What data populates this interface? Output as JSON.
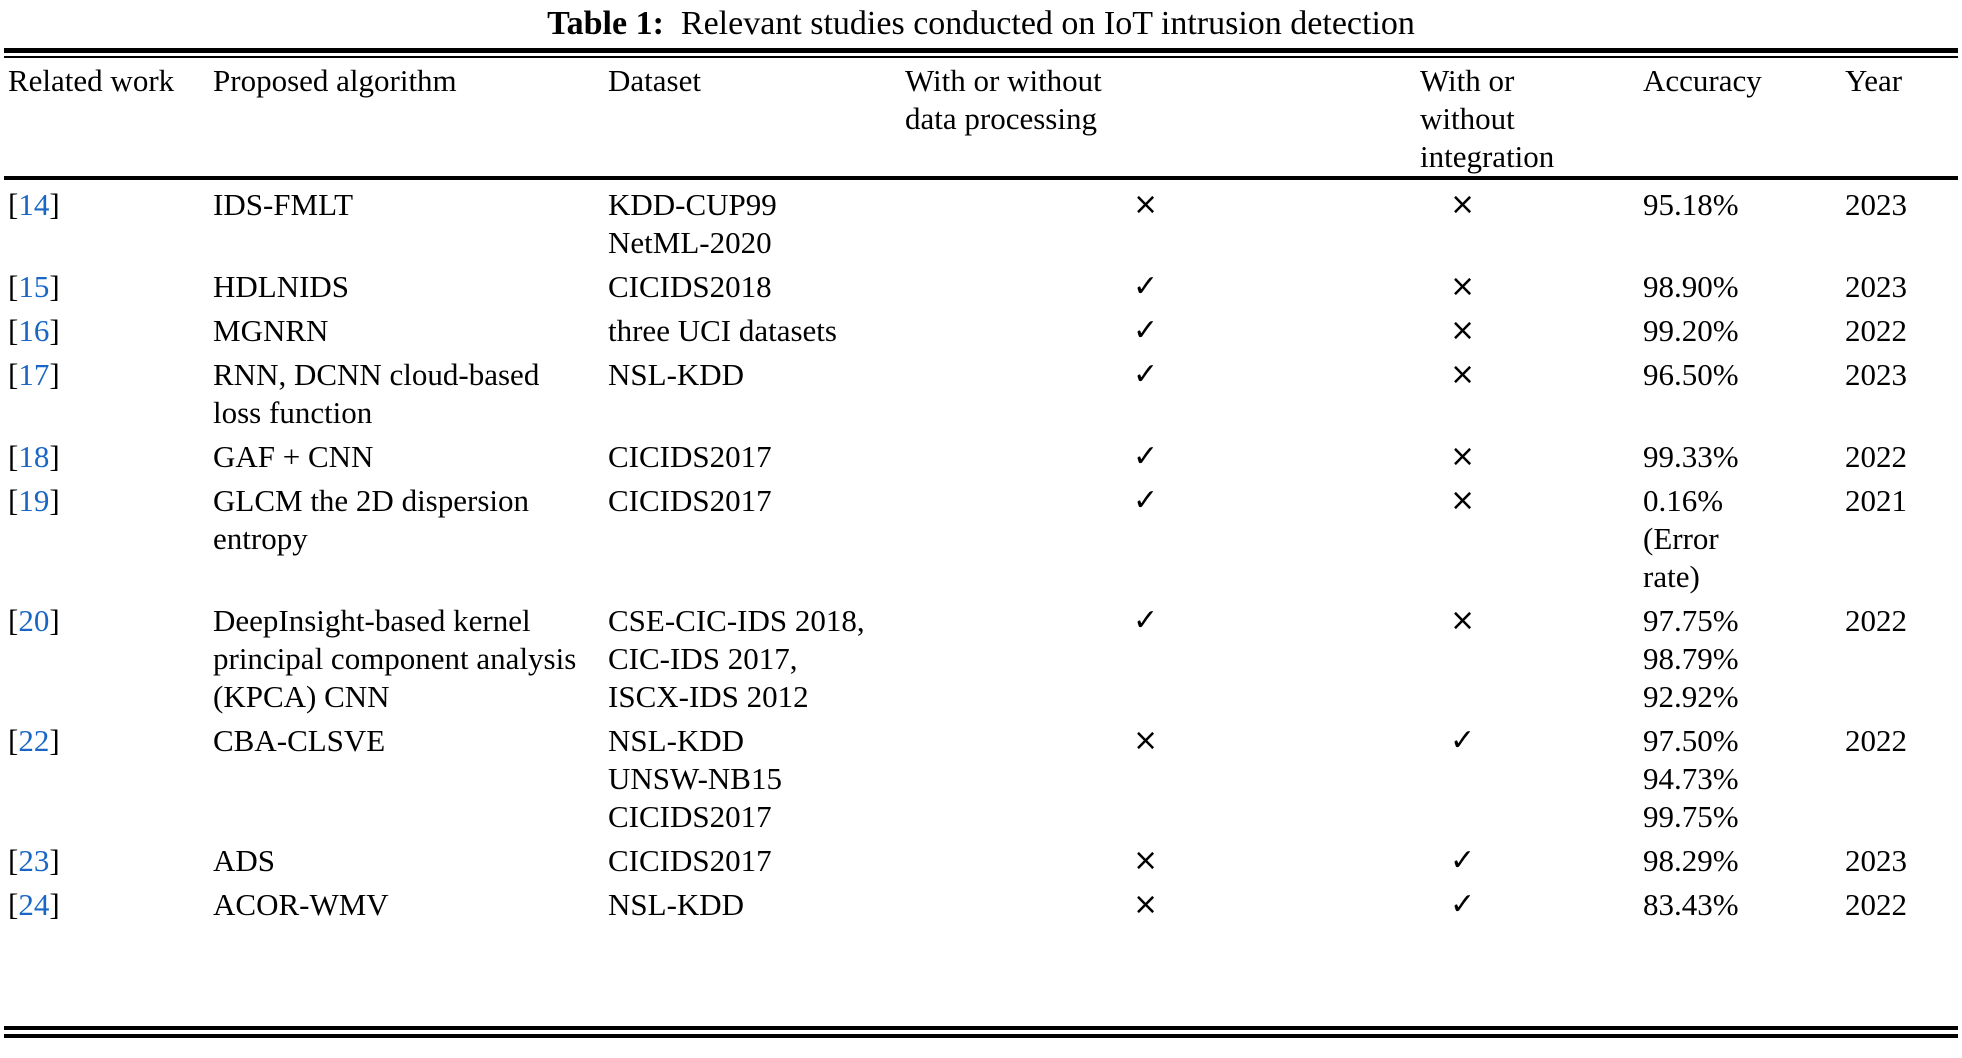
{
  "caption": {
    "label": "Table 1:",
    "text": "Relevant studies conducted on IoT intrusion detection"
  },
  "colors": {
    "reference_blue": "#1a66c4",
    "text": "#000000",
    "background": "#ffffff",
    "rule": "#000000"
  },
  "symbols": {
    "yes": "✓",
    "no": "×"
  },
  "columns": [
    {
      "key": "related_work",
      "label": "Related work"
    },
    {
      "key": "proposed_algorithm",
      "label": "Proposed algorithm"
    },
    {
      "key": "dataset",
      "label": "Dataset"
    },
    {
      "key": "data_processing",
      "label": "With or without\ndata processing"
    },
    {
      "key": "integration",
      "label": "With or\nwithout\nintegration"
    },
    {
      "key": "accuracy",
      "label": "Accuracy"
    },
    {
      "key": "year",
      "label": "Year"
    }
  ],
  "rows": [
    {
      "related_work": "14",
      "proposed_algorithm": "IDS-FMLT",
      "dataset": "KDD-CUP99\nNetML-2020",
      "data_processing": "×",
      "integration": "×",
      "accuracy": "95.18%",
      "year": "2023"
    },
    {
      "related_work": "15",
      "proposed_algorithm": "HDLNIDS",
      "dataset": "CICIDS2018",
      "data_processing": "✓",
      "integration": "×",
      "accuracy": "98.90%",
      "year": "2023"
    },
    {
      "related_work": "16",
      "proposed_algorithm": "MGNRN",
      "dataset": "three UCI datasets",
      "data_processing": "✓",
      "integration": "×",
      "accuracy": "99.20%",
      "year": "2022"
    },
    {
      "related_work": "17",
      "proposed_algorithm": "RNN, DCNN cloud-based\nloss function",
      "dataset": "NSL-KDD",
      "data_processing": "✓",
      "integration": "×",
      "accuracy": "96.50%",
      "year": "2023"
    },
    {
      "related_work": "18",
      "proposed_algorithm": "GAF + CNN",
      "dataset": "CICIDS2017",
      "data_processing": "✓",
      "integration": "×",
      "accuracy": "99.33%",
      "year": "2022"
    },
    {
      "related_work": "19",
      "proposed_algorithm": "GLCM the 2D dispersion\nentropy",
      "dataset": "CICIDS2017",
      "data_processing": "✓",
      "integration": "×",
      "accuracy": "0.16%\n(Error\nrate)",
      "year": "2021"
    },
    {
      "related_work": "20",
      "proposed_algorithm": "DeepInsight-based kernel\nprincipal component analysis\n(KPCA) CNN",
      "dataset": "CSE-CIC-IDS 2018,\nCIC-IDS 2017,\nISCX-IDS 2012",
      "data_processing": "✓",
      "integration": "×",
      "accuracy": "97.75%\n98.79%\n92.92%",
      "year": "2022"
    },
    {
      "related_work": "22",
      "proposed_algorithm": "CBA-CLSVE",
      "dataset": "NSL-KDD\nUNSW-NB15\nCICIDS2017",
      "data_processing": "×",
      "integration": "✓",
      "accuracy": "97.50%\n94.73%\n99.75%",
      "year": "2022"
    },
    {
      "related_work": "23",
      "proposed_algorithm": "ADS",
      "dataset": "CICIDS2017",
      "data_processing": "×",
      "integration": "✓",
      "accuracy": "98.29%",
      "year": "2023"
    },
    {
      "related_work": "24",
      "proposed_algorithm": "ACOR-WMV",
      "dataset": "NSL-KDD",
      "data_processing": "×",
      "integration": "✓",
      "accuracy": "83.43%",
      "year": "2022"
    }
  ]
}
